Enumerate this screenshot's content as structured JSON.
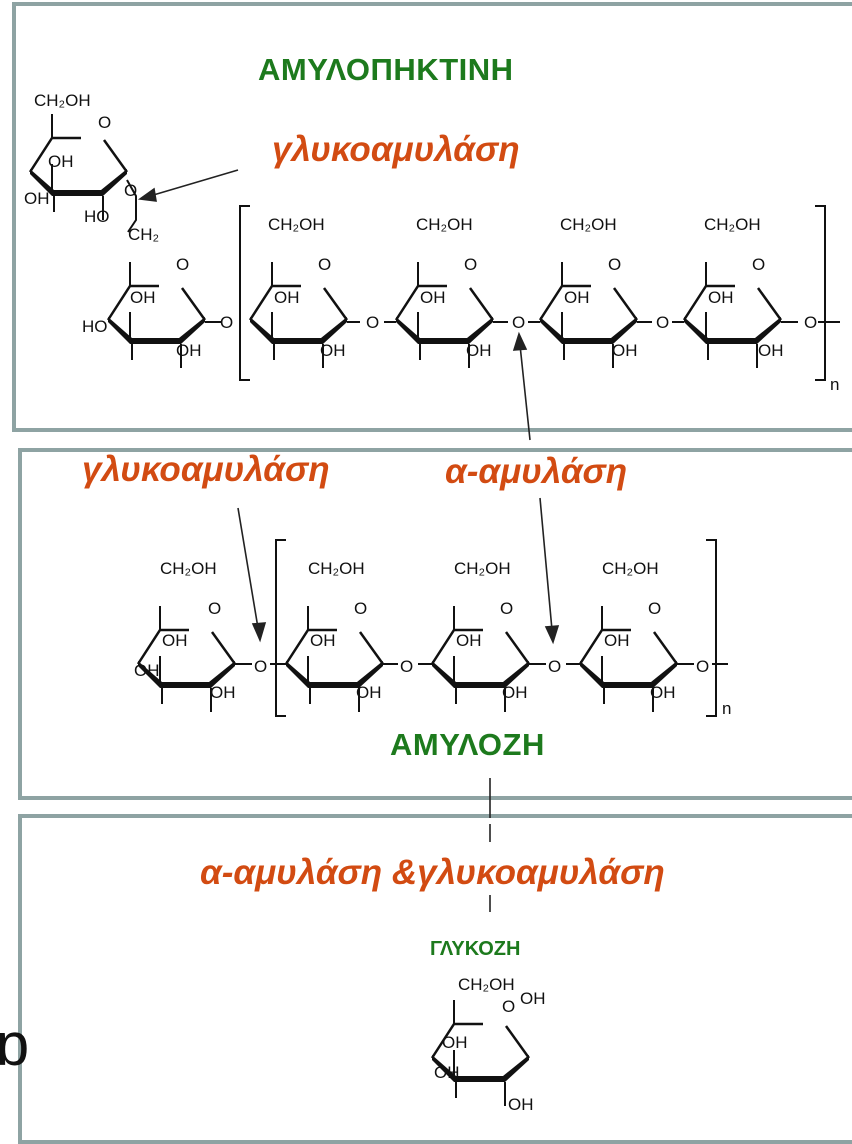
{
  "panel1": {
    "title": "ΑΜΥΛΟΠΗΚΤΙΝΗ",
    "enzyme_top": "γλυκοαμυλάση"
  },
  "panel2": {
    "enzyme_left": "γλυκοαμυλάση",
    "enzyme_right": "α-αμυλάση",
    "title": "ΑΜΥΛΟΖΗ"
  },
  "panel3": {
    "enzymes": "α-αμυλάση &γλυκοαμυλάση",
    "product": "ΓΛΥΚΟΖΗ"
  },
  "chem": {
    "ch2oh": "CH₂OH",
    "ch2": "CH₂",
    "oh": "OH",
    "ho": "HO",
    "o": "O",
    "n": "n"
  },
  "side_char": "ɒ"
}
